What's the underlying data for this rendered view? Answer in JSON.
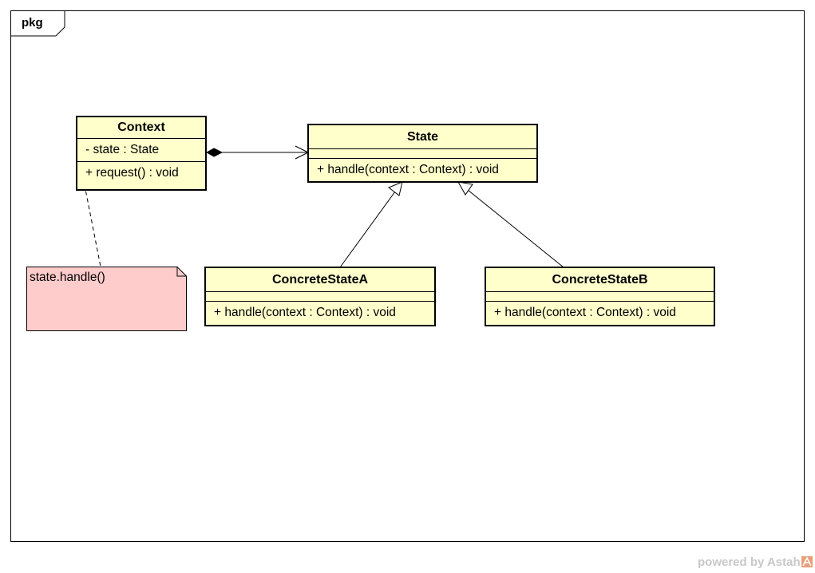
{
  "frame": {
    "label": "pkg"
  },
  "classes": {
    "context": {
      "name": "Context",
      "attribute": "- state : State",
      "operation": "+ request() : void"
    },
    "state": {
      "name": "State",
      "operation": "+ handle(context : Context) : void"
    },
    "concrete_a": {
      "name": "ConcreteStateA",
      "operation": "+ handle(context : Context) : void"
    },
    "concrete_b": {
      "name": "ConcreteStateB",
      "operation": "+ handle(context : Context) : void"
    }
  },
  "note": {
    "text": "state.handle()"
  },
  "watermark": {
    "text": "powered by Astah"
  },
  "colors": {
    "class_fill": "#ffffcc",
    "note_fill": "#ffcccc",
    "watermark_accent": "#e8a07a"
  }
}
